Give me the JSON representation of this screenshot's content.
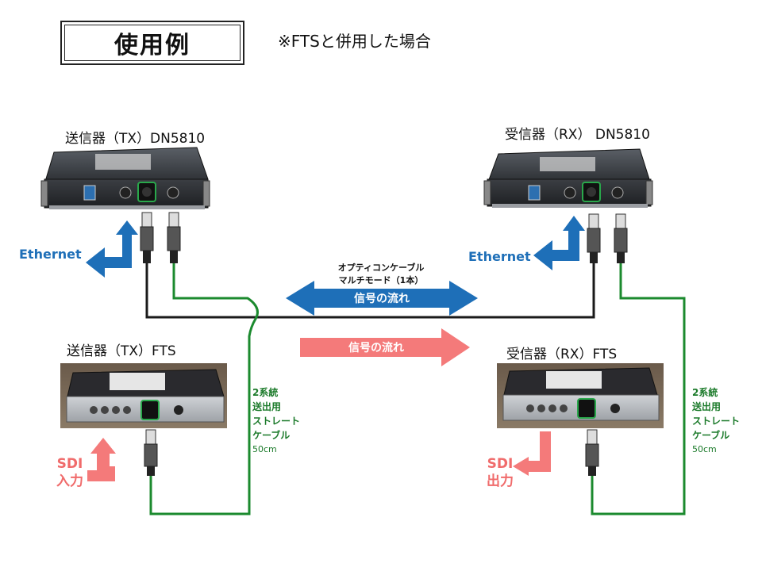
{
  "title": "使用例",
  "note": "※FTSと併用した場合",
  "devices": {
    "tx_dn": "送信器（TX）DN5810",
    "rx_dn": "受信器（RX） DN5810",
    "tx_fts": "送信器（TX）FTS",
    "rx_fts": "受信器（RX）FTS"
  },
  "ethernet_left": "Ethernet",
  "ethernet_right": "Ethernet",
  "optic_cable": {
    "line1": "オプティコンケーブル",
    "line2": "マルチモード（1本）"
  },
  "signal_flow_bidirectional": "信号の流れ",
  "signal_flow_oneway": "信号の流れ",
  "cable_left": [
    "2系統",
    "送出用",
    "ストレート",
    "ケーブル",
    "50cm"
  ],
  "cable_right": [
    "2系統",
    "送出用",
    "ストレート",
    "ケーブル",
    "50cm"
  ],
  "sdi_in": [
    "SDI",
    "入力"
  ],
  "sdi_out": [
    "SDI",
    "出力"
  ],
  "colors": {
    "blue": "#1e6fb8",
    "green": "#1b8a2e",
    "salmon": "#f47a7a",
    "black": "#1a1a1a"
  }
}
